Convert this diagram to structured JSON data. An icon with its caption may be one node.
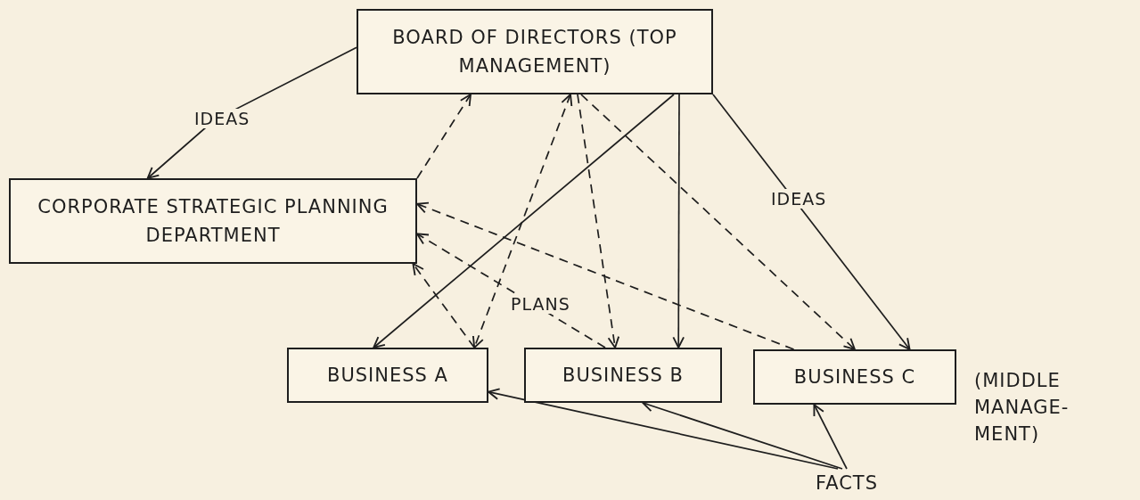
{
  "diagram": {
    "nodes": [
      {
        "text": [
          "BOARD OF DIRECTORS (TOP MANAGEMENT)"
        ]
      },
      {
        "text": [
          "CORPORATE STRATEGIC PLANNING DEPARTMENT"
        ]
      },
      {
        "text": [
          "BUSINESS A"
        ]
      },
      {
        "text": [
          "BUSINESS B"
        ]
      },
      {
        "text": [
          "BUSINESS C"
        ]
      },
      {
        "text": [
          "FACTS"
        ]
      }
    ],
    "edges": [
      {
        "from": 0,
        "to": 1,
        "arrow": "to",
        "label": "IDEAS"
      },
      {
        "from": 1,
        "to": 0,
        "arrow": "to",
        "style": "dashed"
      },
      {
        "from": 0,
        "to": 2,
        "arrow": "to"
      },
      {
        "from": 0,
        "to": 3,
        "arrow": "to"
      },
      {
        "from": 0,
        "to": 4,
        "arrow": "to",
        "label": "IDEAS"
      },
      {
        "from": 0,
        "to": 2,
        "arrow": "both",
        "style": "dashed"
      },
      {
        "from": 0,
        "to": 3,
        "arrow": "to",
        "style": "dashed"
      },
      {
        "from": 0,
        "to": 4,
        "arrow": "to",
        "style": "dashed"
      },
      {
        "from": 2,
        "to": 1,
        "arrow": "to",
        "style": "dashed"
      },
      {
        "from": 3,
        "to": 1,
        "arrow": "to",
        "style": "dashed",
        "label": "PLANS"
      },
      {
        "from": 4,
        "to": 1,
        "arrow": "to",
        "style": "dashed"
      },
      {
        "from": 5,
        "to": 2,
        "arrow": "to"
      },
      {
        "from": 5,
        "to": 3,
        "arrow": "to"
      },
      {
        "from": 5,
        "to": 4,
        "arrow": "to"
      }
    ],
    "labels": [
      "(MIDDLE MANAGE- MENT)"
    ]
  }
}
